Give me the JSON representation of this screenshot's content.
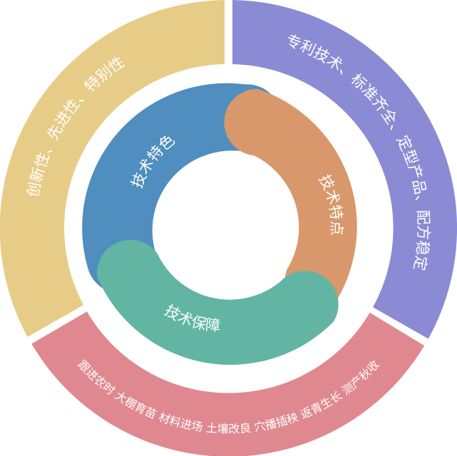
{
  "outer_ring": {
    "left": {
      "text": "创新性、先进性、特别性",
      "color": "#E7CC88"
    },
    "right": {
      "text": "专利技术、标准齐全、定型产品、配方稳定",
      "color": "#8A8BD4"
    },
    "bottom": {
      "text": "跟进农时 大棚育苗 材料进场 土壤改良 穴播插秧 返青生长 测产秋收",
      "color": "#E08890"
    }
  },
  "inner_ring": {
    "blue": {
      "text": "技术特色",
      "color": "#4F8EBE"
    },
    "brown": {
      "text": "技术特点",
      "color": "#D8986B"
    },
    "green": {
      "text": "技术保障",
      "color": "#62B5A2"
    }
  }
}
